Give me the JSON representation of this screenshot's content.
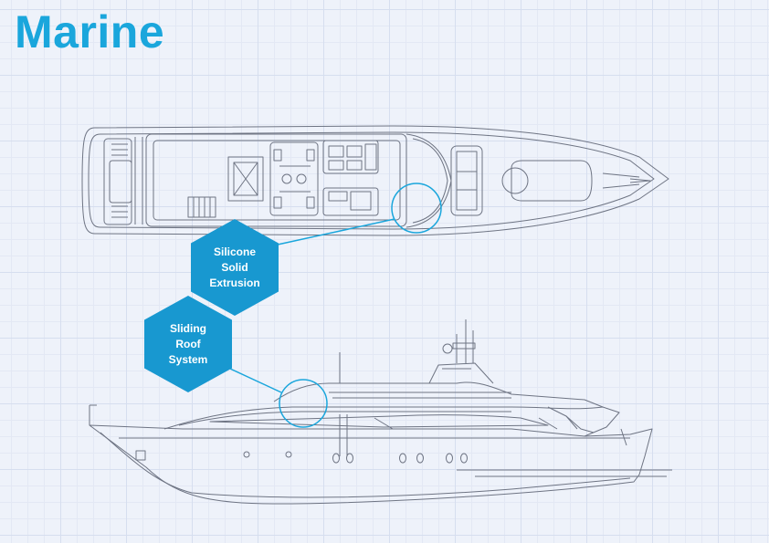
{
  "header": {
    "title": "Marine"
  },
  "callouts": [
    {
      "label": "Silicone Solid Extrusion"
    },
    {
      "label": "Sliding Roof System"
    }
  ],
  "colors": {
    "accent": "#1aa6dc",
    "callout_fill": "#1898d0",
    "line_art": "#6e7483",
    "grid": "#d6deef"
  }
}
